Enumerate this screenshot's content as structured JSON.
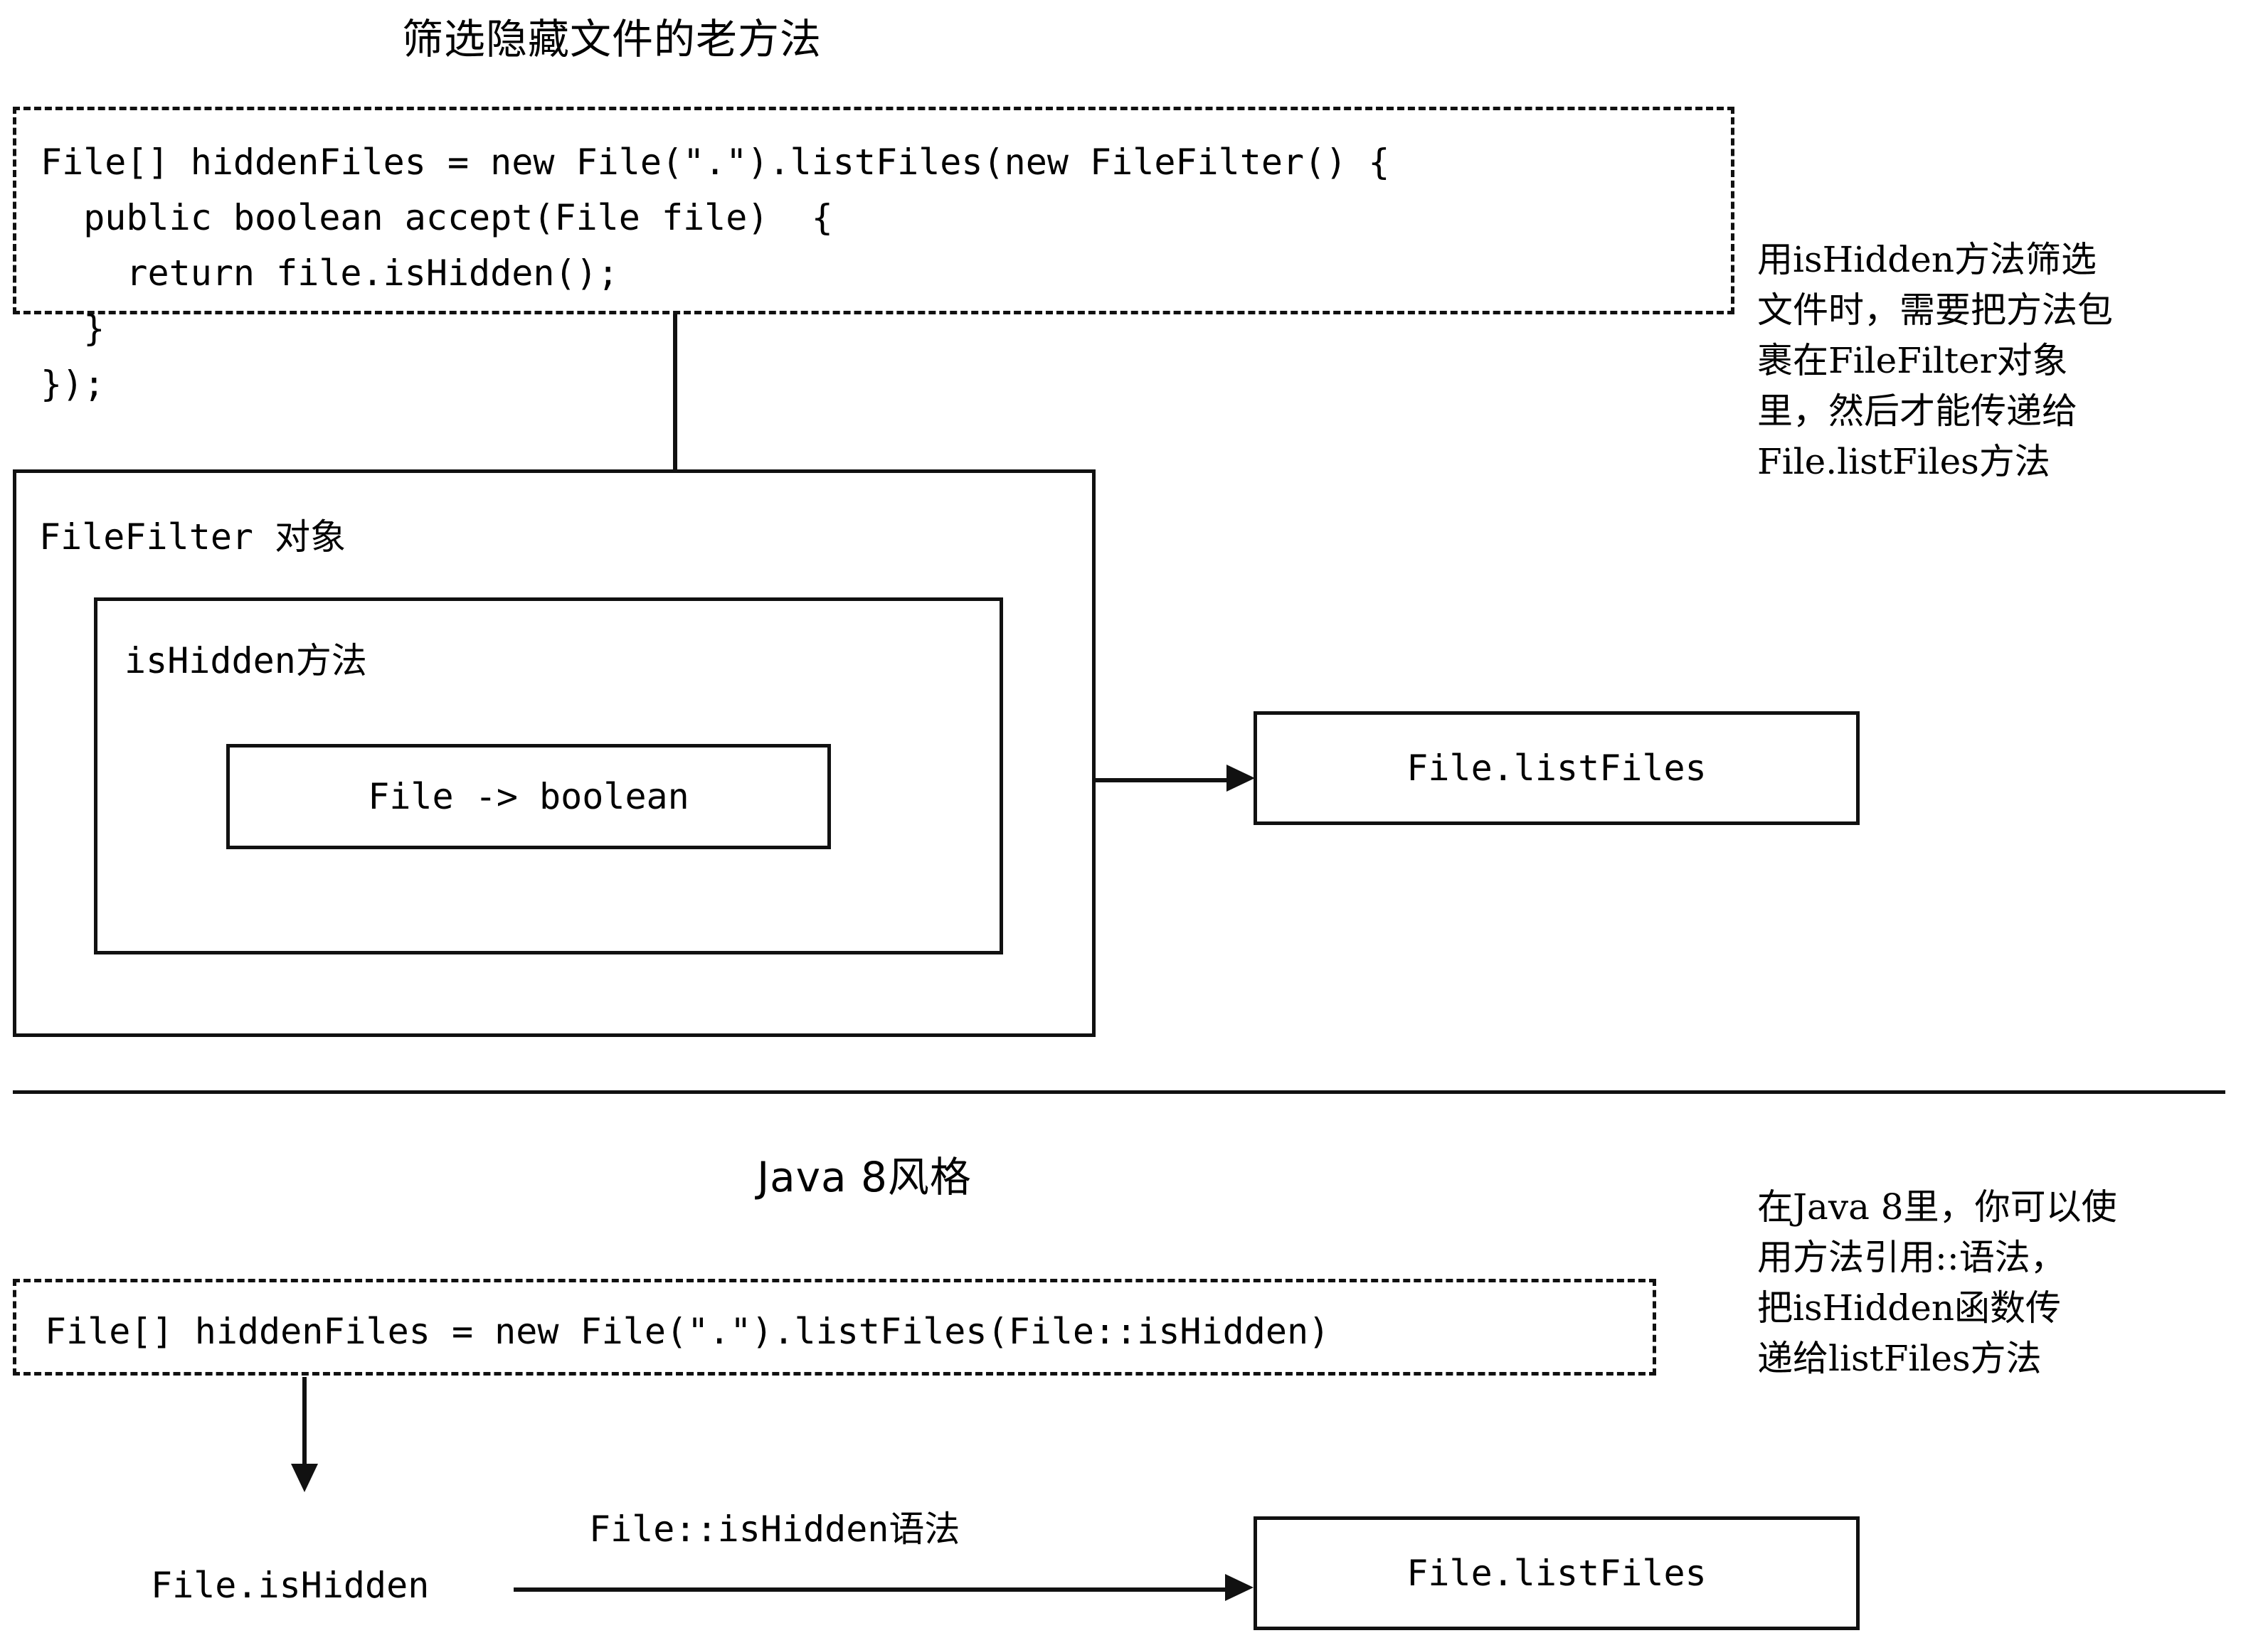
{
  "diagram": {
    "title_old": "筛选隐藏文件的老方法",
    "title_new": "Java 8风格"
  },
  "old_section": {
    "code_lines": [
      "File[] hiddenFiles = new File(\".\").listFiles(new FileFilter() {",
      "  public boolean accept(File file)  {",
      "    return file.isHidden();",
      "  }",
      "});"
    ],
    "code_block_text": "File[] hiddenFiles = new File(\".\").listFiles(new FileFilter() {\n  public boolean accept(File file)  {\n    return file.isHidden();\n  }\n});",
    "filefilter_box_label": "FileFilter 对象",
    "ishidden_box_label": "isHidden方法",
    "signature_box_label": "File -> boolean",
    "target_box_label": "File.listFiles",
    "annotation": "用isHidden方法筛选\n文件时，需要把方法包\n裹在FileFilter对象\n里，然后才能传递给\nFile.listFiles方法"
  },
  "new_section": {
    "code_block_text": "File[] hiddenFiles = new File(\".\").listFiles(File::isHidden)",
    "source_label": "File.isHidden",
    "arrow_label": "File::isHidden语法",
    "target_box_label": "File.listFiles",
    "annotation": "在Java 8里，你可以使\n用方法引用::语法，\n把isHidden函数传\n递给listFiles方法"
  },
  "icons": {
    "arrow_down": "arrow-down-icon",
    "arrow_right": "arrow-right-icon"
  },
  "colors": {
    "ink": "#111111",
    "background": "#ffffff"
  }
}
